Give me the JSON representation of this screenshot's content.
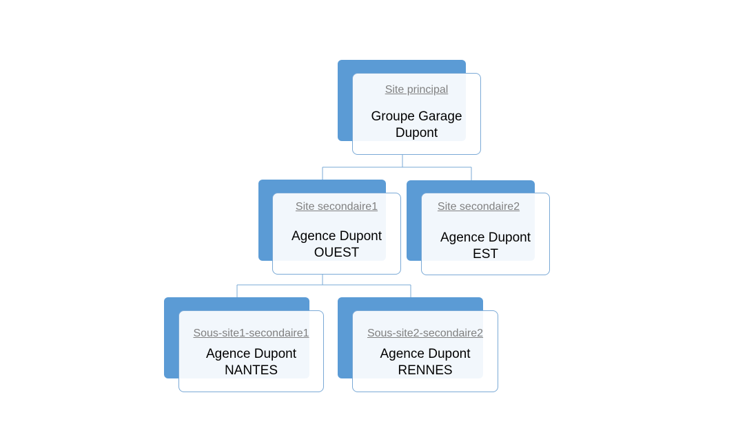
{
  "diagram": {
    "root": {
      "label": "Site principal",
      "name_line1": "Groupe Garage",
      "name_line2": "Dupont"
    },
    "site1": {
      "label": "Site secondaire1",
      "name_line1": "Agence Dupont",
      "name_line2": "OUEST"
    },
    "site2": {
      "label": "Site secondaire2",
      "name_line1": "Agence Dupont",
      "name_line2": "EST"
    },
    "sub1": {
      "label": "Sous-site1-secondaire1",
      "name_line1": "Agence Dupont",
      "name_line2": "NANTES"
    },
    "sub2": {
      "label": "Sous-site2-secondaire2",
      "name_line1": "Agence Dupont",
      "name_line2": "RENNES"
    }
  },
  "colors": {
    "accent": "#5b9bd5",
    "border": "#7aa9d6",
    "label": "#808080",
    "connector": "#7aa9d6"
  }
}
